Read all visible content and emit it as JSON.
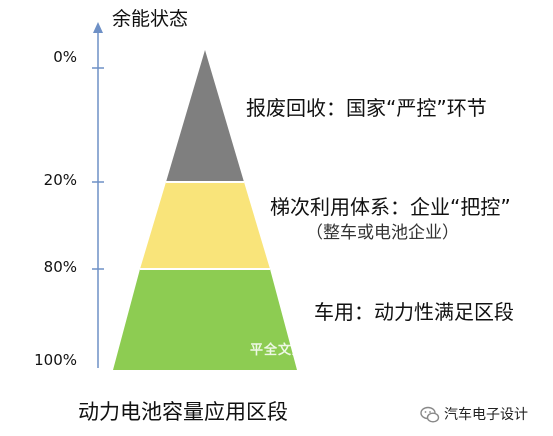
{
  "axis": {
    "title": "余能状态"
  },
  "ticks": [
    "0%",
    "20%",
    "80%",
    "100%"
  ],
  "segments": [
    {
      "label": "报废回收：国家“严控”环节",
      "sublabel": "",
      "color": "#7f7f7f"
    },
    {
      "label": "梯次利用体系：企业“把控”",
      "sublabel": "（整车或电池企业）",
      "color": "#f9e47a"
    },
    {
      "label": "车用：动力性满足区段",
      "sublabel": "",
      "color": "#8dcc52"
    }
  ],
  "footer": {
    "caption": "动力电池容量应用区段",
    "watermark": "平全文原创",
    "brand": "汽车电子设计"
  },
  "colors": {
    "axis": "#6e90c6",
    "divider": "#ffffff"
  }
}
